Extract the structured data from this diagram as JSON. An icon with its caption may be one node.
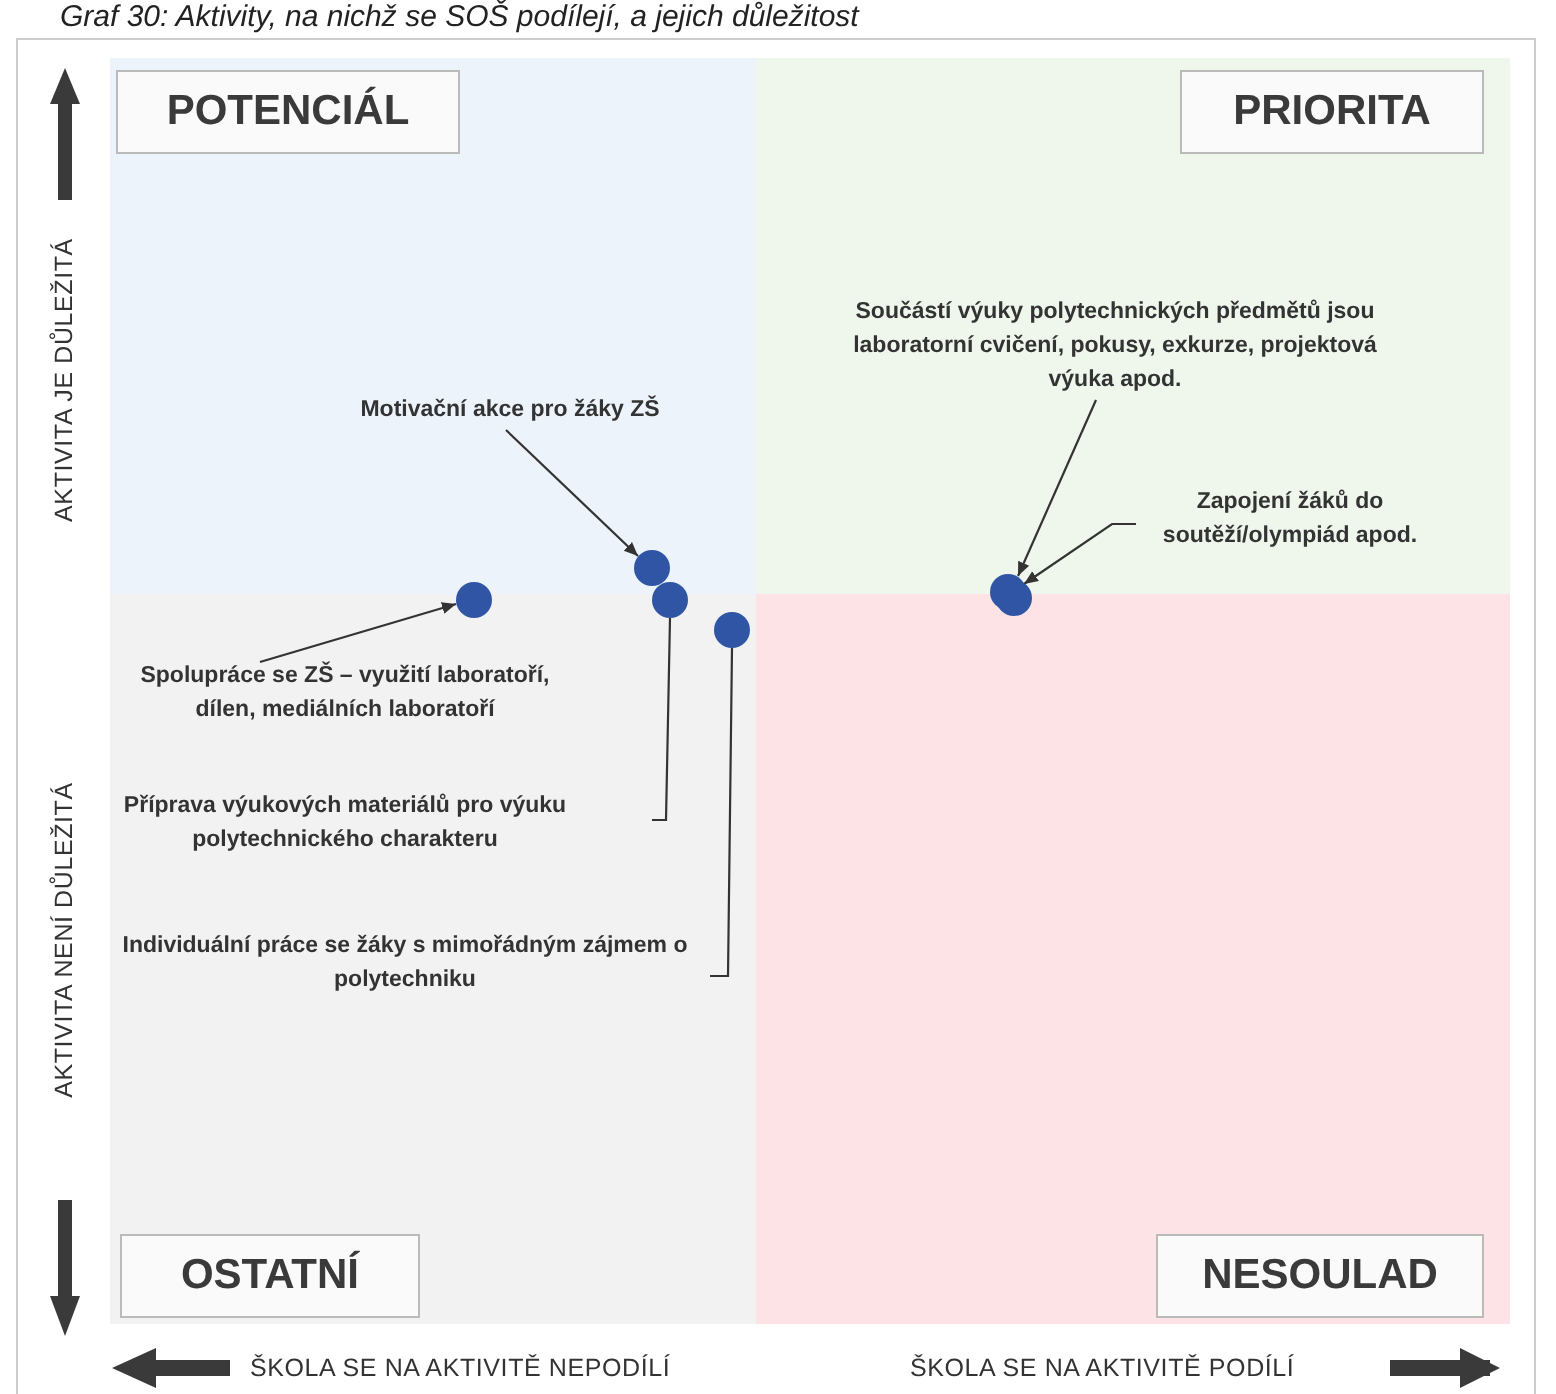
{
  "diagram": {
    "title": "Graf 30: Aktivity, na nichž se SOŠ podílejí, a jejich důležitost",
    "nodes": [
      {
        "text": [
          "POTENCIÁL"
        ]
      },
      {
        "text": [
          "PRIORITA"
        ]
      },
      {
        "text": [
          "OSTATNÍ"
        ]
      },
      {
        "text": [
          "NESOULAD"
        ]
      },
      {
        "text": [
          "Součástí výuky polytechnických předmětů jsou laboratorní cvičení, pokusy, exkurze, projektová výuka apod."
        ]
      },
      {
        "text": [
          "Zapojení žáků do soutěží/olympiád apod."
        ]
      },
      {
        "text": [
          "Motivační akce pro žáky ZŠ"
        ]
      },
      {
        "text": [
          "Spolupráce se ZŠ – využití laboratoří, dílen, mediálních laboratoří"
        ]
      },
      {
        "text": [
          "Příprava výukových materiálů pro výuku polytechnického charakteru"
        ]
      },
      {
        "text": [
          "Individuální práce se žáky s mimořádným zájmem o polytechniku"
        ]
      },
      {
        "text": [],
        "shape": "circle"
      },
      {
        "text": [],
        "shape": "circle"
      },
      {
        "text": [],
        "shape": "circle"
      },
      {
        "text": [],
        "shape": "circle"
      },
      {
        "text": [],
        "shape": "circle"
      },
      {
        "text": [],
        "shape": "circle"
      }
    ],
    "edges": [
      {
        "from": 4,
        "to": 14,
        "arrow": "to"
      },
      {
        "from": 5,
        "to": 15,
        "arrow": "to"
      },
      {
        "from": 6,
        "to": 11,
        "arrow": "to"
      },
      {
        "from": 7,
        "to": 10,
        "arrow": "to"
      },
      {
        "from": 8,
        "to": 12,
        "arrow": "none"
      },
      {
        "from": 9,
        "to": 13,
        "arrow": "none"
      }
    ],
    "labels": [
      "AKTIVITA JE DŮLEŽITÁ",
      "AKTIVITA NENÍ DŮLEŽITÁ",
      "ŠKOLA SE NA AKTIVITĚ NEPODÍLÍ",
      "ŠKOLA SE NA AKTIVITĚ PODÍLÍ"
    ]
  }
}
